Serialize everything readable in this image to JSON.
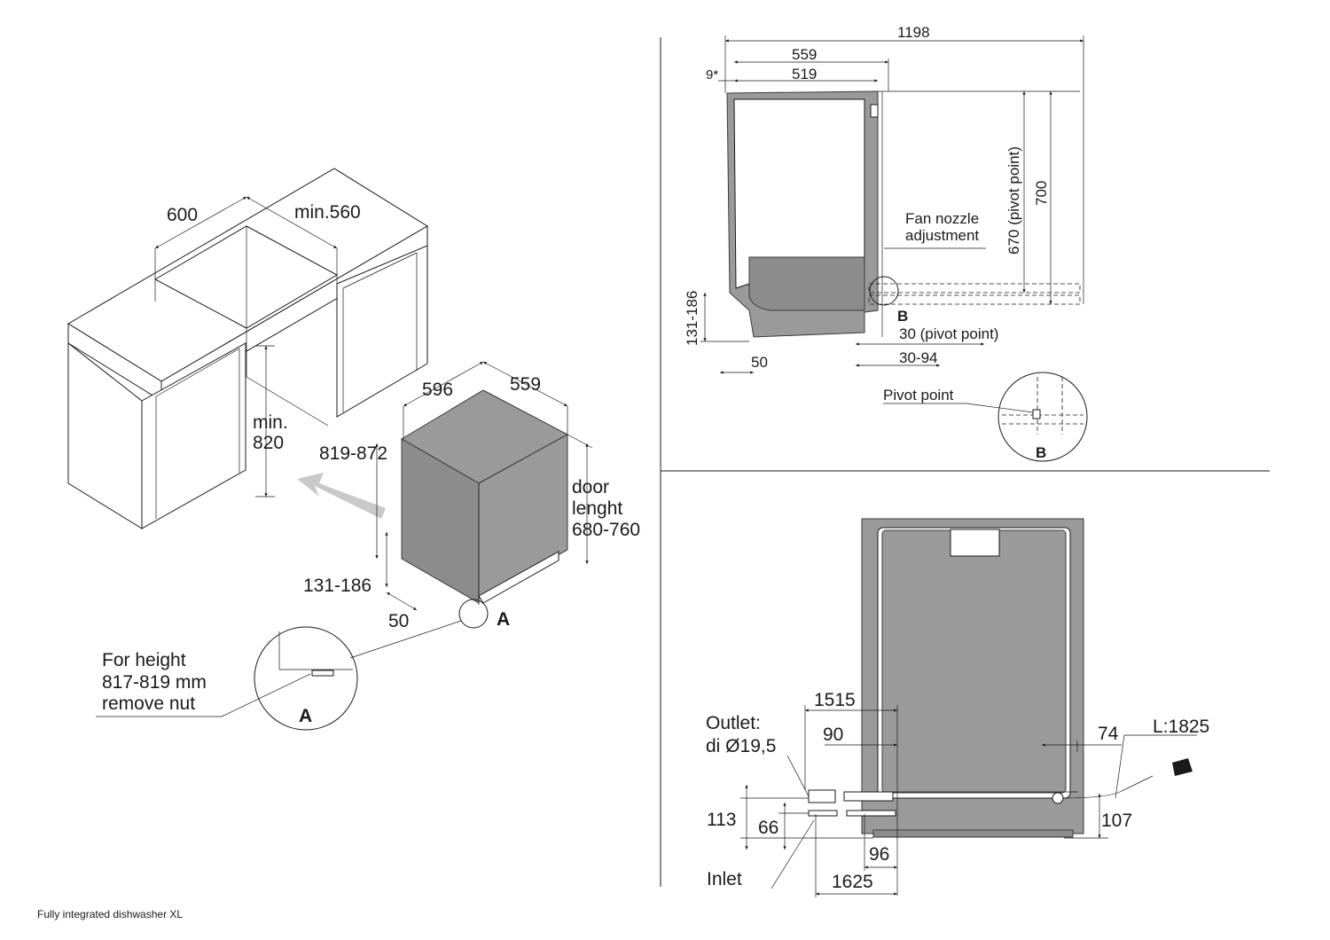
{
  "footer": "Fully integrated dishwasher XL",
  "left": {
    "niche_width": "600",
    "niche_depth": "min.560",
    "niche_height_a": "min.",
    "niche_height_b": "820",
    "appliance_width": "596",
    "appliance_depth": "559",
    "appliance_height": "819-872",
    "door_a": "door",
    "door_b": "lenght",
    "door_c": "680-760",
    "plinth": "131-186",
    "toe": "50",
    "marker_a": "A",
    "note_1": "For height",
    "note_2": "817-819 mm",
    "note_3": "remove nut",
    "detail_a": "A"
  },
  "top_right": {
    "total": "1198",
    "depth": "559",
    "inner": "519",
    "offset": "9*",
    "pivot_height": "670 (pivot point)",
    "height": "700",
    "fan_1": "Fan nozzle",
    "fan_2": "adjustment",
    "plinth": "131-186",
    "marker_b": "B",
    "pivot_30": "30 (pivot point)",
    "toe": "50",
    "range": "30-94",
    "pivot_label": "Pivot point",
    "detail_b": "B"
  },
  "bottom_right": {
    "d1515": "1515",
    "outlet_1": "Outlet:",
    "outlet_2": "di Ø19,5",
    "d90": "90",
    "d74": "74",
    "cable": "L:1825",
    "d113": "113",
    "d66": "66",
    "d107": "107",
    "d96": "96",
    "inlet": "Inlet",
    "d1625": "1625"
  }
}
